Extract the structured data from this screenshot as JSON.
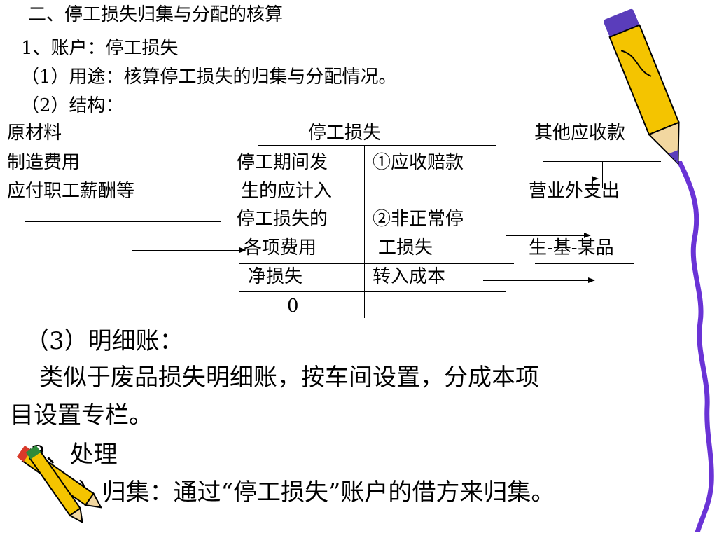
{
  "heading": "二、停工损失归集与分配的核算",
  "account_line": "1、账户：停工损失",
  "usage_line": "（1）用途：核算停工损失的归集与分配情况。",
  "structure_line": "（2）结构：",
  "left_items": [
    "原材料",
    "制造费用",
    "应付职工薪酬等"
  ],
  "t_account": {
    "title": "停工损失",
    "debit_lines": [
      "停工期间发",
      "生的应计入",
      "停工损失的",
      "各项费用"
    ],
    "credit_lines": [
      "①应收赔款",
      "②非正常停",
      "工损失",
      "转入成本"
    ],
    "net_label": "净损失",
    "balance": "0"
  },
  "right_accounts": [
    "其他应收款",
    "营业外支出",
    "生-基-某品"
  ],
  "detail_heading": "（3）明细账：",
  "detail_text_1": "类似于废品损失明细账，按车间设置，分成本项",
  "detail_text_2": "目设置专栏。",
  "handling_heading": "2、处理",
  "collect_line": "（1）归集：通过“停工损失”账户的借方来归集。",
  "colors": {
    "pencil_yellow": "#f4c400",
    "pencil_purple": "#5a3dbb",
    "pencil_red": "#d83a2a",
    "pencil_green": "#2e8b3a",
    "squiggle": "#6a33d6"
  }
}
